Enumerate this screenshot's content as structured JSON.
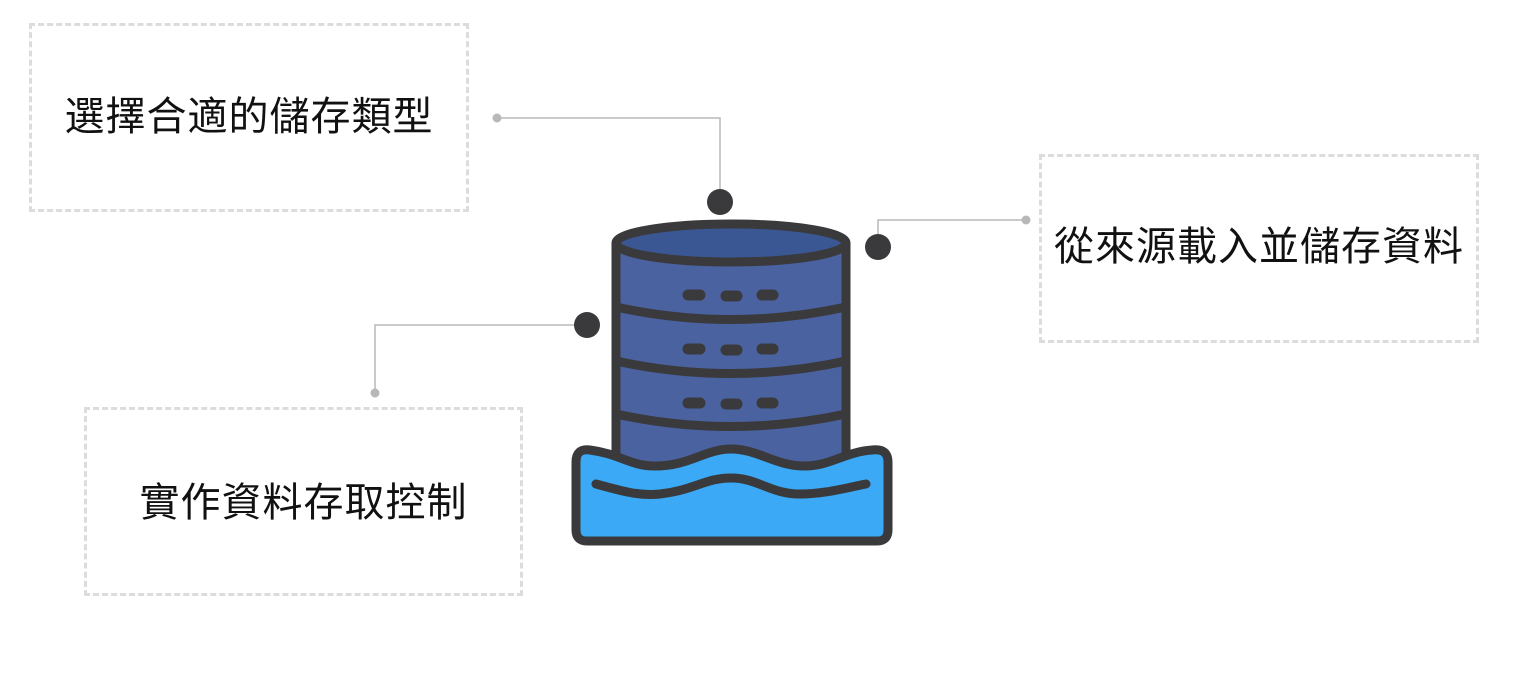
{
  "labels": {
    "choose_storage_type": "選擇合適的儲存類型",
    "load_and_store_data": "從來源載入並儲存資料",
    "implement_access_control": "實作資料存取控制"
  },
  "icon": "database-with-water-icon",
  "colors": {
    "cylinder_fill": "#4a62a0",
    "cylinder_dark": "#3b5793",
    "water": "#3ba9f5",
    "outline": "#3a3a3c",
    "connector_line": "#b8b8b8",
    "box_border": "#dcdcdc"
  }
}
